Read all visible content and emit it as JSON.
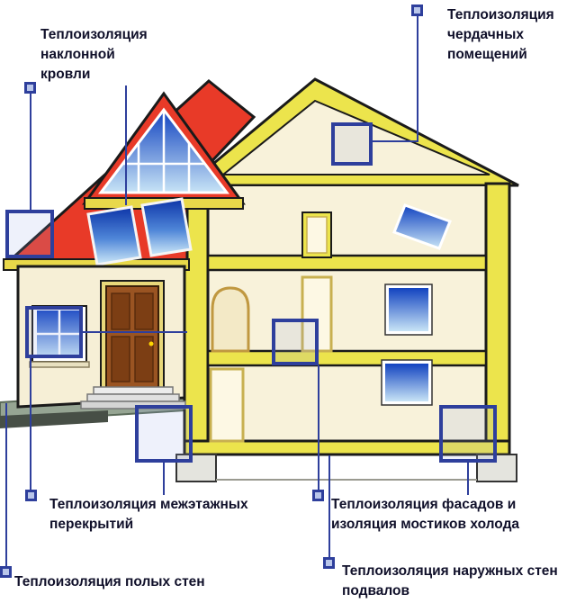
{
  "figure": {
    "description": "House cross-section diagram showing thermal insulation zones",
    "colors": {
      "accent_blue": "#2e3f9c",
      "roof_red": "#e83a28",
      "insulation_yellow": "#ece44c",
      "wall_cream": "#f6efd6",
      "glass_blue": "#1243c0",
      "door_brown": "#9a5422",
      "label_text": "#10102a"
    }
  },
  "labels": {
    "pitched_roof": {
      "lines": [
        "Теплоизоляция",
        "наклонной",
        "кровли"
      ]
    },
    "attic": {
      "lines": [
        "Теплоизоляция",
        "чердачных",
        "помещений"
      ]
    },
    "interfloor": {
      "lines": [
        "Теплоизоляция межэтажных",
        "перекрытий"
      ]
    },
    "facade": {
      "lines": [
        "Теплоизоляция фасадов и",
        "изоляция мостиков холода"
      ]
    },
    "cavity_walls": {
      "lines": [
        "Теплоизоляция полых стен"
      ]
    },
    "basement_walls": {
      "lines": [
        "Теплоизоляция наружных стен",
        "подвалов"
      ]
    }
  }
}
